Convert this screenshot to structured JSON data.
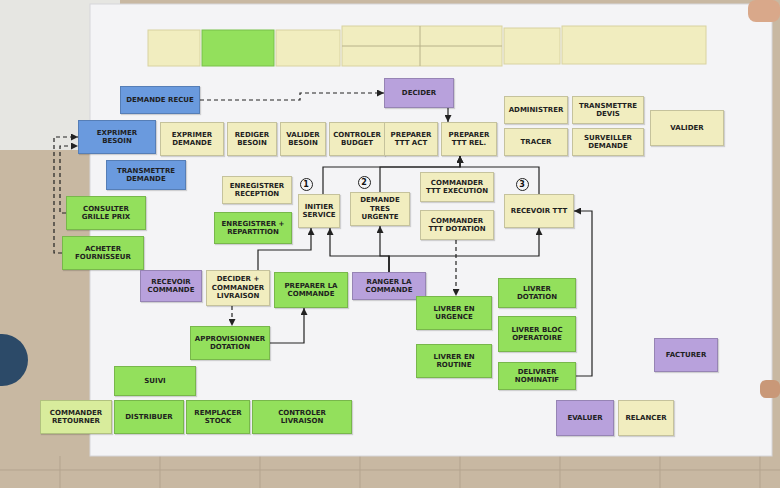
{
  "diagram": {
    "nodes": [
      {
        "text": [
          "DEMANDE RECUE"
        ]
      },
      {
        "text": [
          "EXPRIMER BESOIN"
        ]
      },
      {
        "text": [
          "EXPRIMER DEMANDE"
        ]
      },
      {
        "text": [
          "REDIGER BESOIN"
        ]
      },
      {
        "text": [
          "VALIDER BESOIN"
        ]
      },
      {
        "text": [
          "CONTROLER BUDGET"
        ]
      },
      {
        "text": [
          "PREPARER TTT ACT"
        ]
      },
      {
        "text": [
          "PREPARER TTT REL."
        ]
      },
      {
        "text": [
          "ADMINISTRER"
        ]
      },
      {
        "text": [
          "TRANSMETTRE DEVIS"
        ]
      },
      {
        "text": [
          "TRACER"
        ]
      },
      {
        "text": [
          "SURVEILLER DEMANDE"
        ]
      },
      {
        "text": [
          "VALIDER"
        ]
      },
      {
        "text": [
          "DECIDER"
        ]
      },
      {
        "text": [
          "TRANSMETTRE DEMANDE"
        ]
      },
      {
        "text": [
          "CONSULTER GRILLE PRIX"
        ]
      },
      {
        "text": [
          "ACHETER FOURNISSEUR"
        ]
      },
      {
        "text": [
          "ENREGISTRER RECEPTION"
        ]
      },
      {
        "text": [
          "ENREGISTRER + REPARTITION"
        ]
      },
      {
        "text": [
          "INITIER SERVICE"
        ]
      },
      {
        "text": [
          "DEMANDE TRES URGENTE"
        ]
      },
      {
        "text": [
          "COMMANDER TTT EXECUTION"
        ]
      },
      {
        "text": [
          "COMMANDER TTT DOTATION"
        ]
      },
      {
        "text": [
          "RECEVOIR TTT"
        ]
      },
      {
        "text": [
          "RECEVOIR COMMANDE"
        ]
      },
      {
        "text": [
          "DECIDER + COMMANDER LIVRAISON"
        ]
      },
      {
        "text": [
          "PREPARER LA COMMANDE"
        ]
      },
      {
        "text": [
          "RANGER LA COMMANDE"
        ]
      },
      {
        "text": [
          "APPROVISIONNER DOTATION"
        ]
      },
      {
        "text": [
          "LIVRER EN URGENCE"
        ]
      },
      {
        "text": [
          "LIVRER EN ROUTINE"
        ]
      },
      {
        "text": [
          "LIVRER DOTATION"
        ]
      },
      {
        "text": [
          "LIVRER BLOC OPERATOIRE"
        ]
      },
      {
        "text": [
          "DELIVRER NOMINATIF"
        ]
      },
      {
        "text": [
          "SUIVI"
        ]
      },
      {
        "text": [
          "COMMANDER RETOURNER"
        ]
      },
      {
        "text": [
          "DISTRIBUER"
        ]
      },
      {
        "text": [
          "REMPLACER STOCK"
        ]
      },
      {
        "text": [
          "CONTROLER LIVRAISON"
        ]
      },
      {
        "text": [
          "EVALUER"
        ]
      },
      {
        "text": [
          "RELANCER"
        ]
      },
      {
        "text": [
          "FACTURER"
        ]
      }
    ],
    "edges": [
      {
        "from": 16,
        "to": 1,
        "arrow": "to"
      },
      {
        "from": 15,
        "to": 1,
        "arrow": "to"
      },
      {
        "from": 0,
        "to": 13,
        "arrow": "to"
      },
      {
        "from": 13,
        "to": 7,
        "arrow": "to"
      },
      {
        "from": 19,
        "to": 7,
        "arrow": "to"
      },
      {
        "from": 20,
        "to": 7,
        "arrow": "to"
      },
      {
        "from": 23,
        "to": 7,
        "arrow": "to"
      },
      {
        "from": 27,
        "to": 19,
        "arrow": "to"
      },
      {
        "from": 27,
        "to": 20,
        "arrow": "to"
      },
      {
        "from": 27,
        "to": 23,
        "arrow": "to"
      },
      {
        "from": 25,
        "to": 19,
        "arrow": "to"
      },
      {
        "from": 25,
        "to": 28,
        "arrow": "to"
      },
      {
        "from": 28,
        "to": 26,
        "arrow": "to"
      },
      {
        "from": 22,
        "to": 29,
        "arrow": "to"
      },
      {
        "from": 33,
        "to": 23,
        "arrow": "to"
      }
    ],
    "labels": [
      "1",
      "2",
      "3"
    ]
  }
}
